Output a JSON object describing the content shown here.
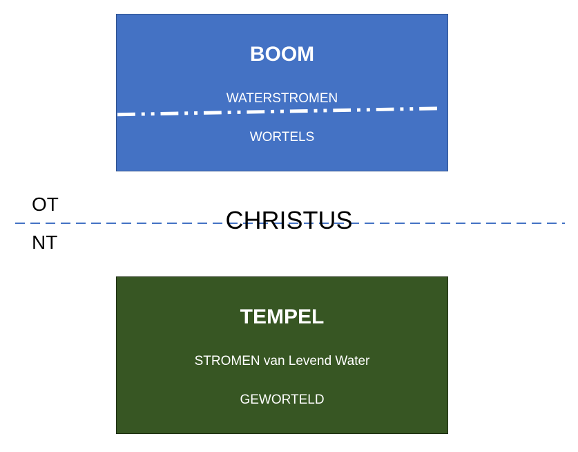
{
  "colors": {
    "top_box_fill": "#4472c4",
    "bottom_box_fill": "#375623",
    "text_on_box": "#ffffff",
    "divider_line": "#4472c4",
    "inner_dash_line": "#ffffff"
  },
  "top_box": {
    "title": "BOOM",
    "line_1": "WATERSTROMEN",
    "line_2": "WORTELS"
  },
  "bottom_box": {
    "title": "TEMPEL",
    "line_1": "STROMEN van Levend Water",
    "line_2": "GEWORTELD"
  },
  "divider": {
    "left_top_label": "OT",
    "left_bottom_label": "NT",
    "center_label": "CHRISTUS"
  }
}
